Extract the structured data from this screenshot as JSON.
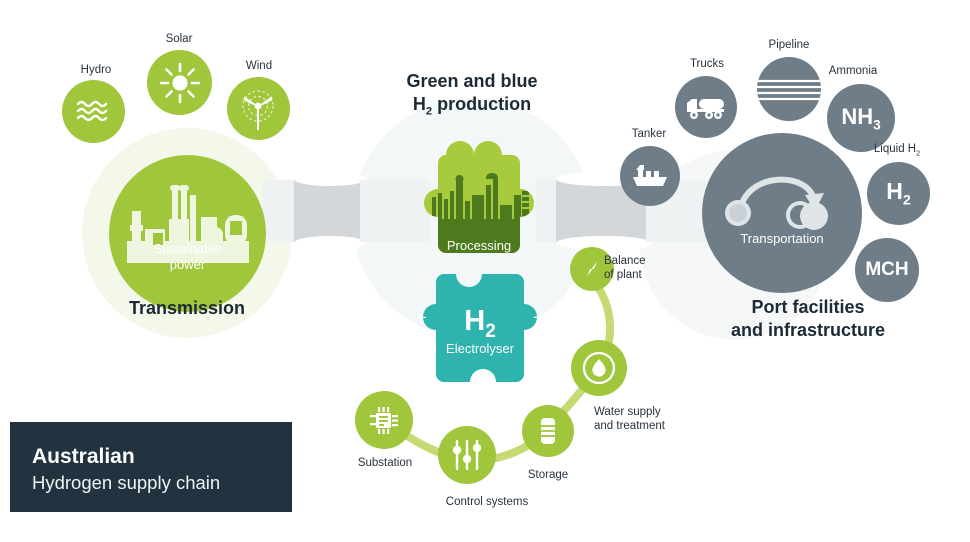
{
  "colors": {
    "green": "#a0c63c",
    "light_green": "#a8cb3e",
    "dark_green": "#4c7a1d",
    "teal": "#2fb3ae",
    "slate": "#6e7d87",
    "navy": "#22333f",
    "band_gray": "#d3d7da"
  },
  "title_block": {
    "line1": "Australian",
    "line2": "Hydrogen supply chain"
  },
  "sections": {
    "transmission": {
      "heading": "Transmission",
      "center_label_line1": "Sustainable",
      "center_label_line2": "power",
      "sources": [
        {
          "label": "Hydro",
          "icon": "waves-icon"
        },
        {
          "label": "Solar",
          "icon": "sun-icon"
        },
        {
          "label": "Wind",
          "icon": "wind-turbine-icon"
        }
      ]
    },
    "production": {
      "heading_line1": "Green and blue",
      "heading_line2": "H2 production",
      "heading_line2_prefix": "H",
      "heading_line2_sub": "2",
      "heading_line2_suffix": " production",
      "processing": {
        "label": "Processing",
        "icon": "industrial-plant-icon"
      },
      "electrolyser": {
        "formula_main": "H",
        "formula_sub": "2",
        "label": "Electrolyser",
        "anode": "+",
        "cathode": "−"
      },
      "components": [
        {
          "label": "Balance of plant",
          "label_line1": "Balance",
          "label_line2": "of plant",
          "icon": "compass-icon"
        },
        {
          "label": "Water supply and treatment",
          "label_line1": "Water supply",
          "label_line2": "and treatment",
          "icon": "water-drop-icon"
        },
        {
          "label": "Storage",
          "icon": "storage-tank-icon"
        },
        {
          "label": "Control systems",
          "icon": "sliders-icon"
        },
        {
          "label": "Substation",
          "icon": "circuit-chip-icon"
        }
      ]
    },
    "port": {
      "heading_line1": "Port facilities",
      "heading_line2": "and infrastructure",
      "center_label": "Transportation",
      "center_icon": "transfer-arrow-icon",
      "modes": [
        {
          "label": "Tanker",
          "icon": "ship-icon"
        },
        {
          "label": "Trucks",
          "icon": "tanker-truck-icon"
        },
        {
          "label": "Pipeline",
          "icon": "pipeline-lines-icon"
        }
      ],
      "carriers": [
        {
          "label": "Ammonia",
          "formula_main": "NH",
          "formula_sub": "3"
        },
        {
          "label": "Liquid H2",
          "label_prefix": "Liquid H",
          "label_sub": "2",
          "formula_main": "H",
          "formula_sub": "2"
        },
        {
          "label": "MCH",
          "formula_main": "MCH",
          "formula_sub": ""
        }
      ]
    }
  }
}
